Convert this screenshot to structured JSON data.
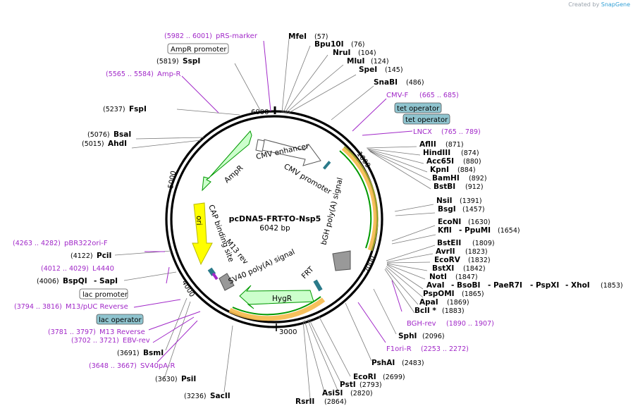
{
  "credit": {
    "prefix": "Created by",
    "brand": "SnapGene"
  },
  "plasmid": {
    "name": "pcDNA5-FRT-TO-Nsp5",
    "size": "6042 bp"
  },
  "ticks": [
    "1000",
    "2000",
    "3000",
    "4000",
    "5000",
    "6000"
  ],
  "features": [
    {
      "id": "cmv-enhancer",
      "label": "CMV enhancer"
    },
    {
      "id": "cmv-promoter",
      "label": "CMV promoter"
    },
    {
      "id": "bgh-polya",
      "label": "bGH poly(A) signal"
    },
    {
      "id": "frt",
      "label": "FRT"
    },
    {
      "id": "hygr",
      "label": "HygR"
    },
    {
      "id": "sv40-polya",
      "label": "SV40 poly(A) signal"
    },
    {
      "id": "m13-rev",
      "label": "M13 rev"
    },
    {
      "id": "cap-site",
      "label": "CAP binding site"
    },
    {
      "id": "ori",
      "label": "ori"
    },
    {
      "id": "ampr",
      "label": "AmpR"
    }
  ],
  "right_sites": [
    {
      "name": "MfeI",
      "pos": "(57)"
    },
    {
      "name": "Bpu10I",
      "pos": "(76)"
    },
    {
      "name": "NruI",
      "pos": "(104)"
    },
    {
      "name": "MluI",
      "pos": "(124)"
    },
    {
      "name": "SpeI",
      "pos": "(145)"
    },
    {
      "name": "SnaBI",
      "pos": "(486)"
    },
    {
      "name": "AflII",
      "pos": "(871)"
    },
    {
      "name": "HindIII",
      "pos": "(874)"
    },
    {
      "name": "Acc65I",
      "pos": "(880)"
    },
    {
      "name": "KpnI",
      "pos": "(884)"
    },
    {
      "name": "BamHI",
      "pos": "(892)"
    },
    {
      "name": "BstBI",
      "pos": "(912)"
    },
    {
      "name": "NsiI",
      "pos": "(1391)"
    },
    {
      "name": "BsgI",
      "pos": "(1457)"
    },
    {
      "name": "EcoNI",
      "pos": "(1630)"
    },
    {
      "name": "KflI",
      "pos": ""
    },
    {
      "name": "- PpuMI",
      "pos": "(1654)"
    },
    {
      "name": "BstEII",
      "pos": "(1809)"
    },
    {
      "name": "AvrII",
      "pos": "(1823)"
    },
    {
      "name": "EcoRV",
      "pos": "(1832)"
    },
    {
      "name": "BstXI",
      "pos": "(1842)"
    },
    {
      "name": "NotI",
      "pos": "(1847)"
    },
    {
      "name": "AvaI",
      "pos": ""
    },
    {
      "name": "- BsoBI",
      "pos": ""
    },
    {
      "name": "- PaeR7I",
      "pos": ""
    },
    {
      "name": "- PspXI",
      "pos": ""
    },
    {
      "name": "- XhoI",
      "pos": "(1853)"
    },
    {
      "name": "PspOMI",
      "pos": "(1865)"
    },
    {
      "name": "ApaI",
      "pos": "(1869)"
    },
    {
      "name": "BclI *",
      "pos": "(1883)"
    },
    {
      "name": "SphI",
      "pos": "(2096)"
    },
    {
      "name": "PshAI",
      "pos": "(2483)"
    },
    {
      "name": "EcoRI",
      "pos": "(2699)"
    },
    {
      "name": "PstI",
      "pos": "(2793)"
    },
    {
      "name": "AsiSI",
      "pos": "(2820)"
    },
    {
      "name": "RsrII",
      "pos": "(2864)"
    }
  ],
  "left_sites": [
    {
      "name": "SspI",
      "pos": "(5819)"
    },
    {
      "name": "FspI",
      "pos": "(5237)"
    },
    {
      "name": "BsaI",
      "pos": "(5076)"
    },
    {
      "name": "AhdI",
      "pos": "(5015)"
    },
    {
      "name": "PciI",
      "pos": "(4122)"
    },
    {
      "name": "BspQI",
      "pos": "(4006)"
    },
    {
      "name": "- SapI",
      "pos": ""
    },
    {
      "name": "BsmI",
      "pos": "(3691)"
    },
    {
      "name": "PsiI",
      "pos": "(3630)"
    },
    {
      "name": "SacII",
      "pos": "(3236)"
    }
  ],
  "primers": [
    {
      "name": "pRS-marker",
      "range": "(5982 .. 6001)"
    },
    {
      "name": "Amp-R",
      "range": "(5565 .. 5584)"
    },
    {
      "name": "CMV-F",
      "range": "(665 .. 685)"
    },
    {
      "name": "LNCX",
      "range": "(765 .. 789)"
    },
    {
      "name": "BGH-rev",
      "range": "(1890 .. 1907)"
    },
    {
      "name": "F1ori-R",
      "range": "(2253 .. 2272)"
    },
    {
      "name": "pBR322ori-F",
      "range": "(4263 .. 4282)"
    },
    {
      "name": "L4440",
      "range": "(4012 .. 4029)"
    },
    {
      "name": "M13/pUC Reverse",
      "range": "(3794 .. 3816)"
    },
    {
      "name": "M13 Reverse",
      "range": "(3781 .. 3797)"
    },
    {
      "name": "EBV-rev",
      "range": "(3702 .. 3721)"
    },
    {
      "name": "SV40pA-R",
      "range": "(3648 .. 3667)"
    }
  ],
  "boxed_features": [
    {
      "name": "AmpR promoter",
      "kind": "promoter"
    },
    {
      "name": "tet operator",
      "kind": "operator"
    },
    {
      "name": "tet operator",
      "kind": "operator"
    },
    {
      "name": "lac promoter",
      "kind": "promoter"
    },
    {
      "name": "lac operator",
      "kind": "operator"
    }
  ],
  "colors": {
    "backbone": "#000000",
    "arrow_fill": "#ccffcc",
    "arrow_stroke": "#009900",
    "ori_fill": "#ffff00",
    "primer": "#a128c8",
    "operator_fill": "#8fc4cf",
    "orf_band": "#f5a623",
    "polyA": "#999999"
  }
}
